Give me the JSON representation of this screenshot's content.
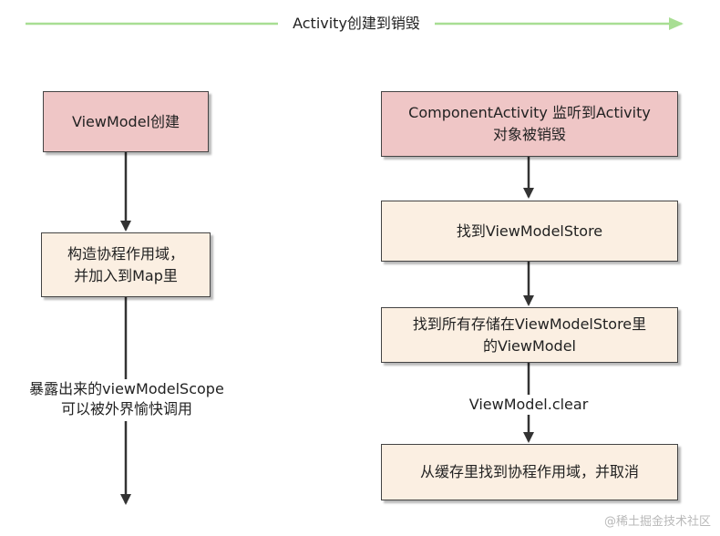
{
  "colors": {
    "timeline_arrow": "#a8de93",
    "start_box": "#efc6c6",
    "process_box": "#fbefe2",
    "border": "#444444",
    "connector": "#333333"
  },
  "title": "Activity创建到销毁",
  "left": {
    "node1": "ViewModel创建",
    "node2": "构造协程作用域，\n并加入到Map里",
    "edge_label": "暴露出来的viewModelScope\n可以被外界愉快调用"
  },
  "right": {
    "node1": "ComponentActivity 监听到Activity\n对象被销毁",
    "node2": "找到ViewModelStore",
    "node3": "找到所有存储在ViewModelStore里\n的ViewModel",
    "edge_label": "ViewModel.clear",
    "node4": "从缓存里找到协程作用域，并取消"
  },
  "watermark": "@稀土掘金技术社区"
}
